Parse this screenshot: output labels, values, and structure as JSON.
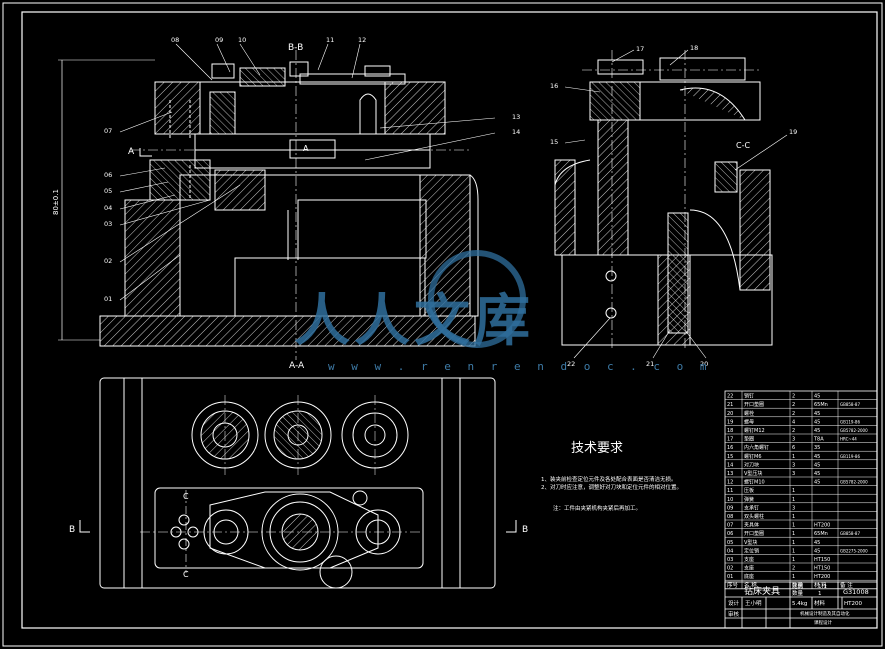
{
  "drawing": {
    "section_labels": {
      "bb": "B-B",
      "aa": "A-A",
      "cc": "C-C",
      "a_left": "A",
      "a_mid": "A",
      "b_left": "B",
      "b_right": "B",
      "c_top": "C",
      "c_bottom": "C"
    },
    "dimension_text": "80±0.1",
    "left_callouts": [
      "08",
      "09",
      "10",
      "11",
      "12",
      "07",
      "06",
      "05",
      "04",
      "03",
      "02",
      "01",
      "13",
      "14"
    ],
    "right_callouts": [
      "17",
      "18",
      "16",
      "15",
      "19",
      "22",
      "21",
      "20"
    ]
  },
  "tech_requirements": {
    "title": "技术要求",
    "line1": "1、装夹前检查定位元件及各处配合表面是否清洁无损。",
    "line2": "2、对刀时应注意，调整好对刀块和定位元件的相对位置。",
    "note": "注：工件由夹紧机构夹紧后再加工。"
  },
  "parts_table": {
    "headers": {
      "no": "序号",
      "name": "名 称",
      "qty": "数量",
      "mat": "材 料",
      "remark": "备 注"
    },
    "rows": [
      {
        "no": "22",
        "name": "销钉",
        "qty": "2",
        "mat": "45",
        "remark": ""
      },
      {
        "no": "21",
        "name": "开口垫圈",
        "qty": "2",
        "mat": "65Mn",
        "remark": "GB858-87"
      },
      {
        "no": "20",
        "name": "螺栓",
        "qty": "2",
        "mat": "45",
        "remark": ""
      },
      {
        "no": "19",
        "name": "螺母",
        "qty": "4",
        "mat": "45",
        "remark": "GB119-86"
      },
      {
        "no": "18",
        "name": "螺钉M12",
        "qty": "2",
        "mat": "45",
        "remark": "GB5782-2000"
      },
      {
        "no": "17",
        "name": "垫圈",
        "qty": "3",
        "mat": "T8A",
        "remark": "HRC~44"
      },
      {
        "no": "16",
        "name": "内六角螺钉",
        "qty": "6",
        "mat": "35",
        "remark": ""
      },
      {
        "no": "15",
        "name": "螺钉M6",
        "qty": "1",
        "mat": "45",
        "remark": "GB119-86"
      },
      {
        "no": "14",
        "name": "对刀块",
        "qty": "3",
        "mat": "45",
        "remark": ""
      },
      {
        "no": "13",
        "name": "V型压块",
        "qty": "3",
        "mat": "45",
        "remark": ""
      },
      {
        "no": "12",
        "name": "螺钉M10",
        "qty": "",
        "mat": "45",
        "remark": "GB5782-2000"
      },
      {
        "no": "11",
        "name": "压板",
        "qty": "1",
        "mat": "",
        "remark": ""
      },
      {
        "no": "10",
        "name": "弹簧",
        "qty": "1",
        "mat": "",
        "remark": ""
      },
      {
        "no": "09",
        "name": "支承钉",
        "qty": "3",
        "mat": "",
        "remark": ""
      },
      {
        "no": "08",
        "name": "双头螺柱",
        "qty": "1",
        "mat": "",
        "remark": ""
      },
      {
        "no": "07",
        "name": "夹具体",
        "qty": "1",
        "mat": "HT200",
        "remark": ""
      },
      {
        "no": "06",
        "name": "开口垫圈",
        "qty": "1",
        "mat": "65Mn",
        "remark": "GB858-87"
      },
      {
        "no": "05",
        "name": "V型块",
        "qty": "1",
        "mat": "45",
        "remark": ""
      },
      {
        "no": "04",
        "name": "定位销",
        "qty": "1",
        "mat": "45",
        "remark": "GB2275-2000"
      },
      {
        "no": "03",
        "name": "支座",
        "qty": "1",
        "mat": "HT150",
        "remark": ""
      },
      {
        "no": "02",
        "name": "支座",
        "qty": "2",
        "mat": "HT150",
        "remark": ""
      },
      {
        "no": "01",
        "name": "底座",
        "qty": "1",
        "mat": "HT200",
        "remark": ""
      }
    ]
  },
  "title_block": {
    "drawing_name": "钻床夹具",
    "scale_label": "比例",
    "scale": "1:1",
    "qty_label": "数量",
    "qty": "1",
    "code": "G31008",
    "designer_label": "设计",
    "designer": "王小明",
    "checker_label": "审核",
    "weight": "5.4kg",
    "material_label": "材料",
    "material": "HT200",
    "school": "机械设计制造及其自动化",
    "note": "课程设计"
  },
  "watermark": {
    "logo_text": "人人文库",
    "url": "w w w . r e n r e n d o c . c o m"
  },
  "colors": {
    "background": "#000000",
    "line": "#ffffff",
    "watermark": "#2f6f9d"
  }
}
